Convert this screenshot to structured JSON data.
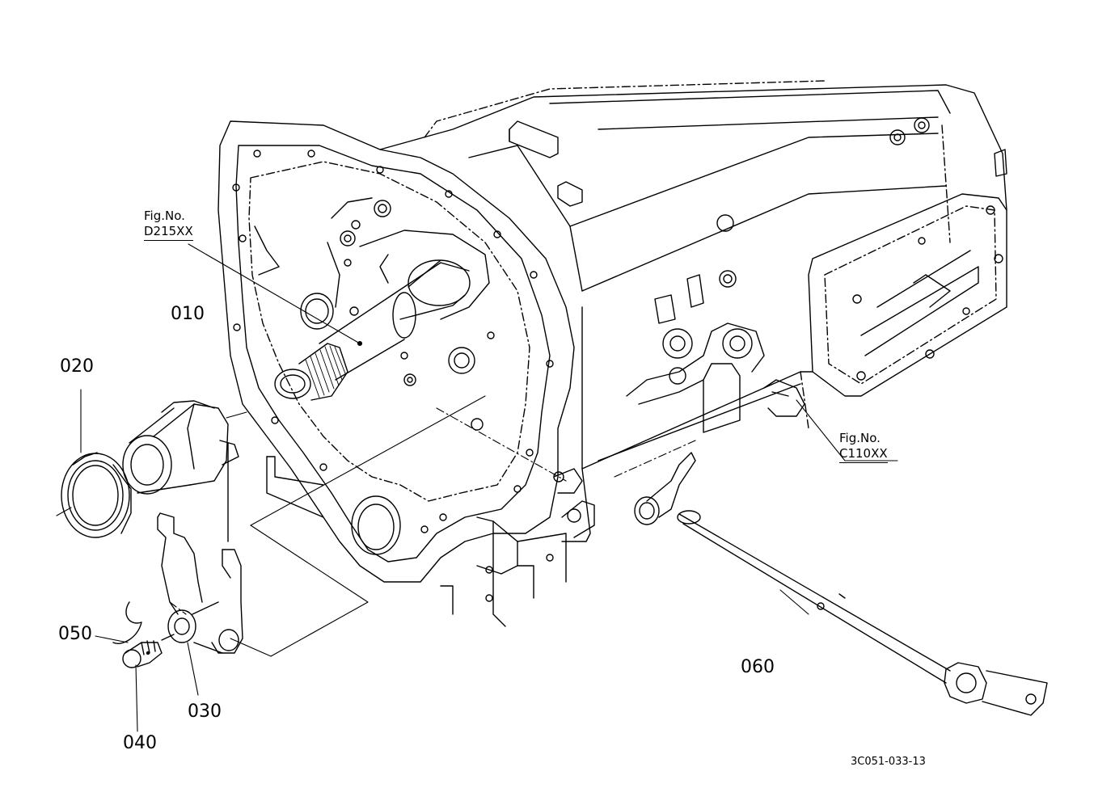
{
  "parts": [
    {
      "id": "p010",
      "label": "010"
    },
    {
      "id": "p020",
      "label": "020"
    },
    {
      "id": "p030",
      "label": "030"
    },
    {
      "id": "p040",
      "label": "040"
    },
    {
      "id": "p050",
      "label": "050"
    },
    {
      "id": "p060",
      "label": "060"
    }
  ],
  "fig_refs": [
    {
      "line1": "Fig.No.",
      "line2": "D215XX"
    },
    {
      "line1": "Fig.No.",
      "line2": "C110XX"
    }
  ],
  "drawing_code": "3C051-033-13",
  "colors": {
    "ink": "#000000",
    "paper": "#ffffff"
  }
}
